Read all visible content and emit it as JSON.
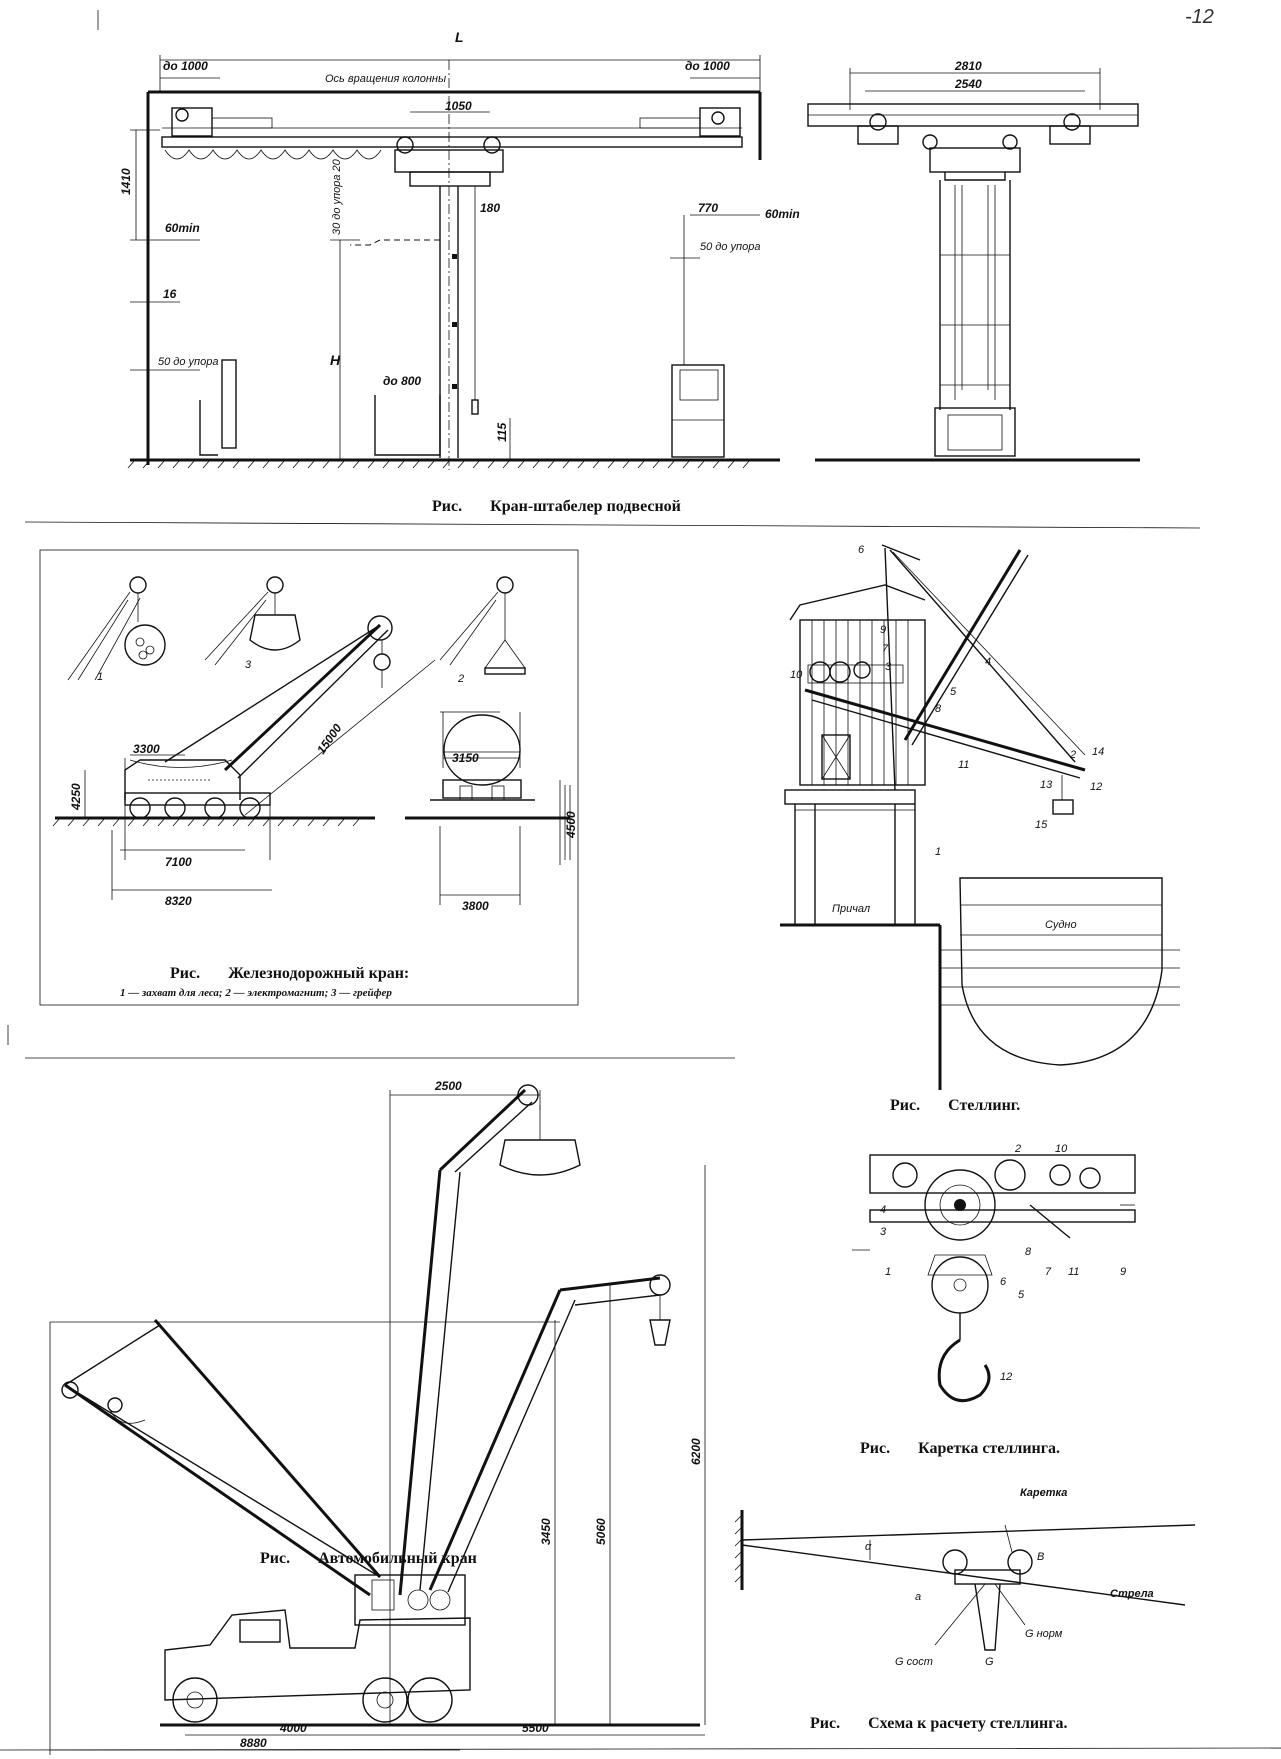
{
  "page_number": "-12",
  "fig1": {
    "ris": "Рис.",
    "title": "Кран-штабелер подвесной",
    "dims": {
      "L": "L",
      "do1000_left": "до 1000",
      "do1000_right": "до 1000",
      "axis": "Ось вращения колонны",
      "d1050": "1050",
      "d1410": "1410",
      "d60min_left": "60min",
      "d30_do_upora": "30 до упора 20",
      "d180": "180",
      "d770": "770",
      "d60min_right": "60min",
      "d50_do_upora_right": "50 до упора",
      "d16": "16",
      "d50_do_upora_left": "50 до упора",
      "H": "H",
      "do800": "до 800",
      "d115": "115",
      "d2810": "2810",
      "d2540": "2540"
    }
  },
  "fig2": {
    "ris": "Рис.",
    "title": "Железнодорожный кран:",
    "legend": "1 — захват для леса; 2 — электромагнит; 3 — грейфер",
    "dims": {
      "d3300": "3300",
      "d4250": "4250",
      "d15000": "15000",
      "d7100": "7100",
      "d8320": "8320",
      "d3150": "3150",
      "d4500": "4500",
      "d3800": "3800",
      "n1": "1",
      "n2": "2",
      "n3": "3"
    }
  },
  "fig3": {
    "ris": "Рис.",
    "title": "Стеллинг.",
    "labels": {
      "prichal": "Причал",
      "sudno": "Судно",
      "nums": [
        "6",
        "9",
        "7",
        "3",
        "10",
        "4",
        "5",
        "8",
        "2",
        "14",
        "11",
        "13",
        "12",
        "15",
        "1"
      ]
    }
  },
  "fig4": {
    "ris": "Рис.",
    "title": "Автомобильный кран",
    "dims": {
      "d2500": "2500",
      "d6200": "6200",
      "d5060": "5060",
      "d3450": "3450",
      "d4000": "4000",
      "d5500": "5500",
      "d8880": "8880"
    }
  },
  "fig5": {
    "ris": "Рис.",
    "title": "Каретка стеллинга.",
    "nums": [
      "2",
      "10",
      "4",
      "3",
      "1",
      "8",
      "6",
      "7",
      "11",
      "9",
      "5",
      "12"
    ]
  },
  "fig6": {
    "ris": "Рис.",
    "title": "Схема к расчету стеллинга.",
    "labels": {
      "karetka": "Каретка",
      "strela": "Стрела",
      "alpha": "α",
      "B": "В",
      "a": "а",
      "G_sost": "G сост",
      "G_norm": "G норм",
      "G": "G"
    }
  }
}
